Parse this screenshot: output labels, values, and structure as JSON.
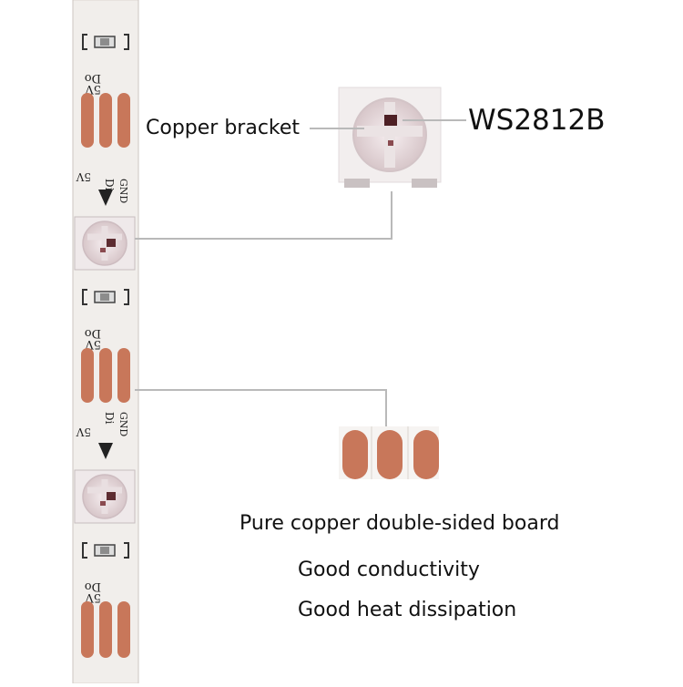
{
  "labels": {
    "copper_bracket": "Copper bracket",
    "chip_model": "WS2812B",
    "board": "Pure copper double-sided board",
    "conductivity": "Good conductivity",
    "heat": "Good heat dissipation"
  },
  "strip_markings": {
    "gnd": "GND",
    "di": "Di",
    "do": "Do",
    "v5": "5V"
  },
  "colors": {
    "strip": "#f1eeeb",
    "copper_pad": "#c8775a",
    "led_body": "#efe9ea",
    "leader_line": "#b9b9b9"
  }
}
